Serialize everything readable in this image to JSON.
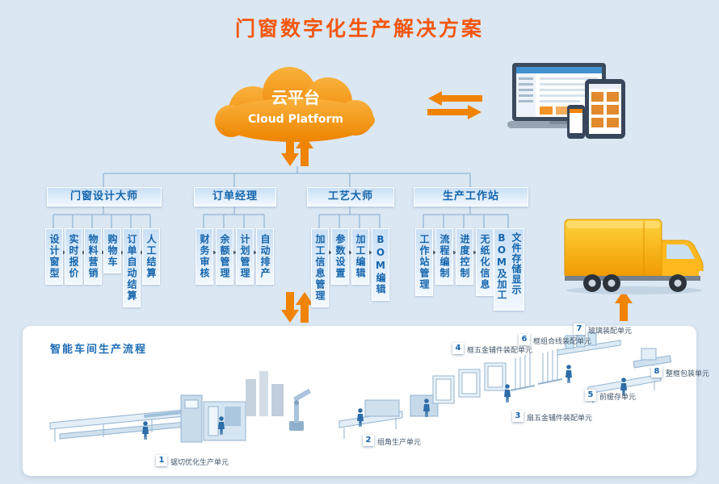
{
  "title": "门窗数字化生产解决方案",
  "cloud": {
    "name_cn": "云平台",
    "name_en": "Cloud Platform"
  },
  "branches": [
    {
      "label": "门窗设计大师",
      "children": [
        "设计窗型",
        "实时报价",
        "物料营销",
        "购物车",
        "订单自动结算",
        "人工结算"
      ]
    },
    {
      "label": "订单经理",
      "children": [
        "财务审核",
        "余额管理",
        "计划管理",
        "自动排产"
      ]
    },
    {
      "label": "工艺大师",
      "children": [
        "加工信息管理",
        "参数设置",
        "加工编辑",
        "BOM编辑"
      ]
    },
    {
      "label": "生产工作站",
      "children": [
        "工作站管理",
        "流程编制",
        "进度控制",
        "无纸化信息",
        "BOM及加工文件存储显示"
      ]
    }
  ],
  "workshop": {
    "label": "智能车间生产流程",
    "stations": [
      {
        "num": "1",
        "label": "锯切优化生产单元"
      },
      {
        "num": "2",
        "label": "组角生产单元"
      },
      {
        "num": "3",
        "label": "扇五金辅件装配单元"
      },
      {
        "num": "4",
        "label": "框五金辅件装配单元"
      },
      {
        "num": "5",
        "label": "前缓存单元"
      },
      {
        "num": "6",
        "label": "框组合线装配单元"
      },
      {
        "num": "7",
        "label": "玻璃装配单元"
      },
      {
        "num": "8",
        "label": "整框包装单元"
      }
    ]
  },
  "colors": {
    "background": "#dbe7f2",
    "title_orange": "#f3570f",
    "accent_orange": "#f08300",
    "blue_text": "#1565ad",
    "connector_blue": "#7fa8d0"
  }
}
